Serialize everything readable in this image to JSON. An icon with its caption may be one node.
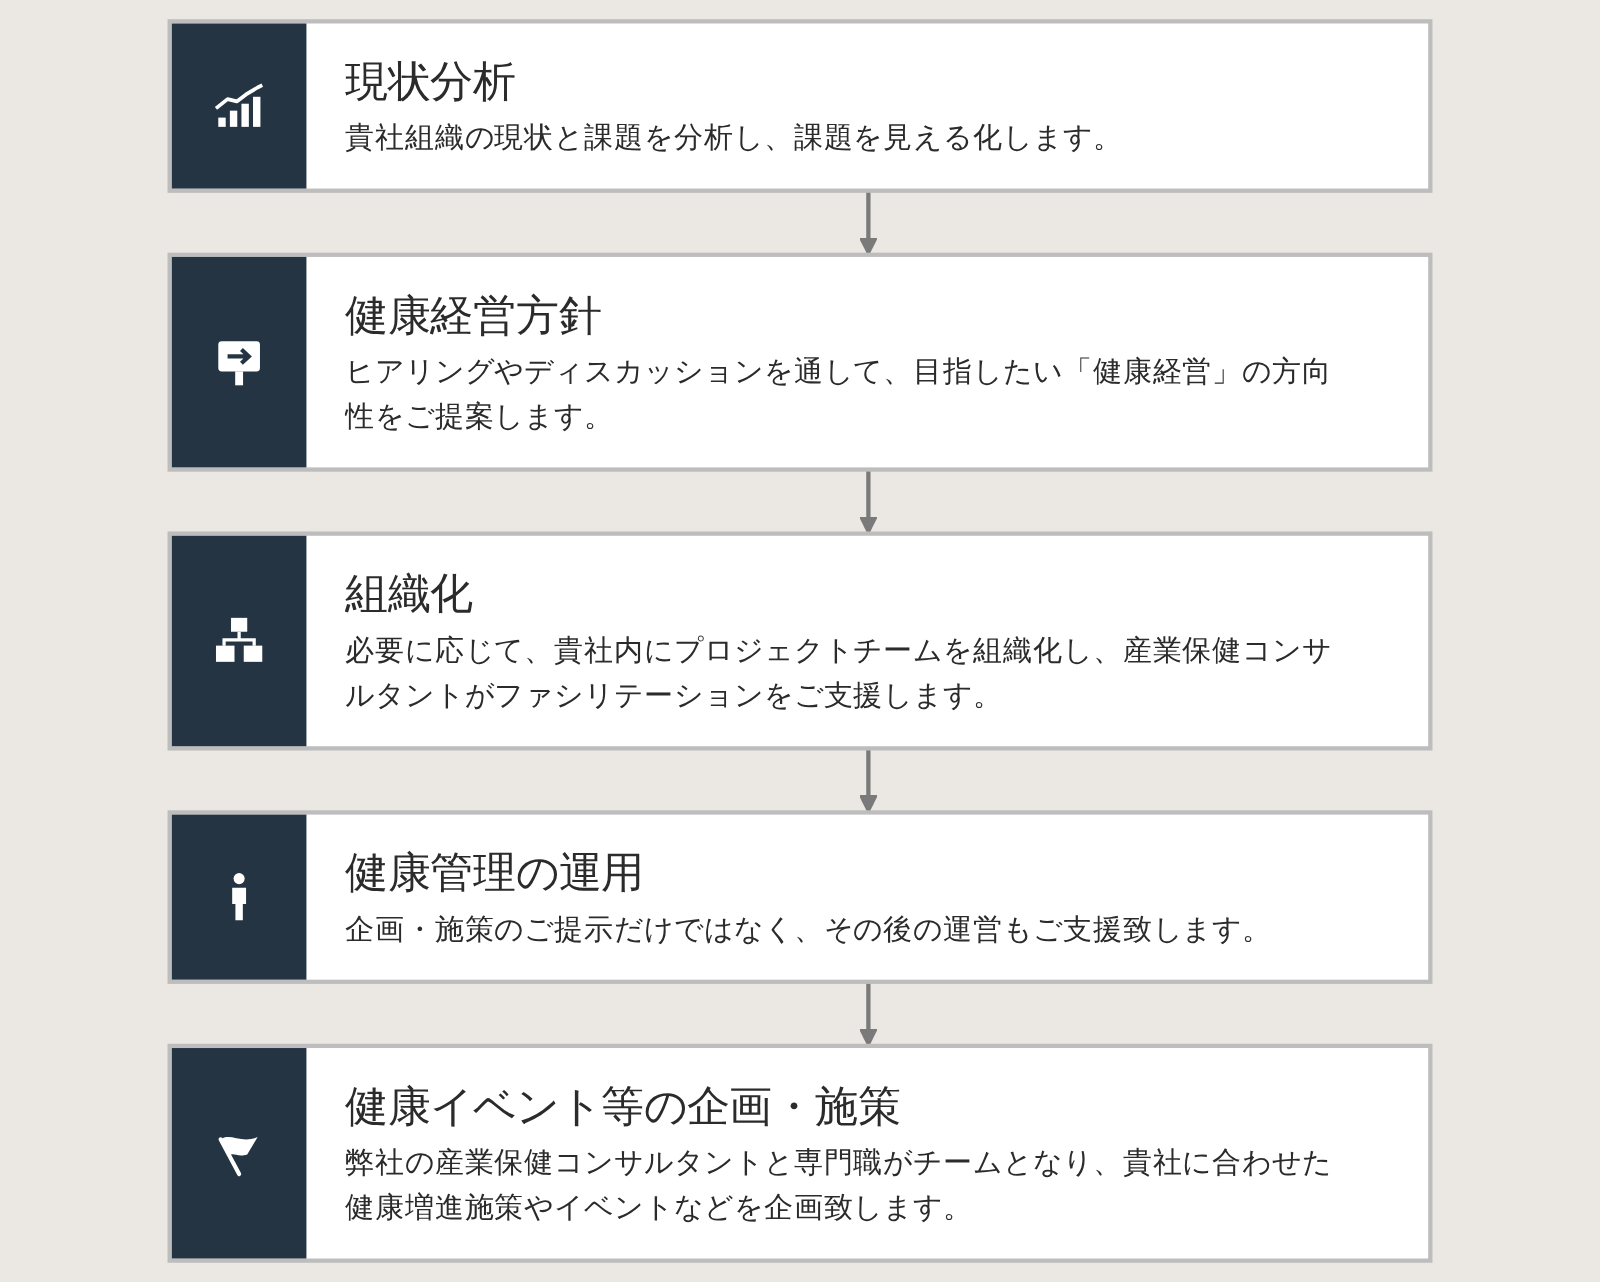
{
  "diagram": {
    "nodes": [
      {
        "text": [
          "現状分析",
          "貴社組織の現状と課題を分析し、課題を見える化します。"
        ]
      },
      {
        "text": [
          "健康経営方針",
          "ヒアリングやディスカッションを通して、目指したい「健康経営」の方向性をご提案します。"
        ]
      },
      {
        "text": [
          "組織化",
          "必要に応じて、貴社内にプロジェクトチームを組織化し、産業保健コンサルタントがファシリテーションをご支援します。"
        ]
      },
      {
        "text": [
          "健康管理の運用",
          "企画・施策のご提示だけではなく、その後の運営もご支援致します。"
        ]
      },
      {
        "text": [
          "健康イベント等の企画・施策",
          "弊社の産業保健コンサルタントと専門職がチームとなり、貴社に合わせた健康増進施策やイベントなどを企画致します。"
        ]
      }
    ],
    "edges": [
      {
        "from": 0,
        "to": 1,
        "arrow": "to"
      },
      {
        "from": 1,
        "to": 2,
        "arrow": "to"
      },
      {
        "from": 2,
        "to": 3,
        "arrow": "to"
      },
      {
        "from": 3,
        "to": 4,
        "arrow": "to"
      }
    ]
  }
}
